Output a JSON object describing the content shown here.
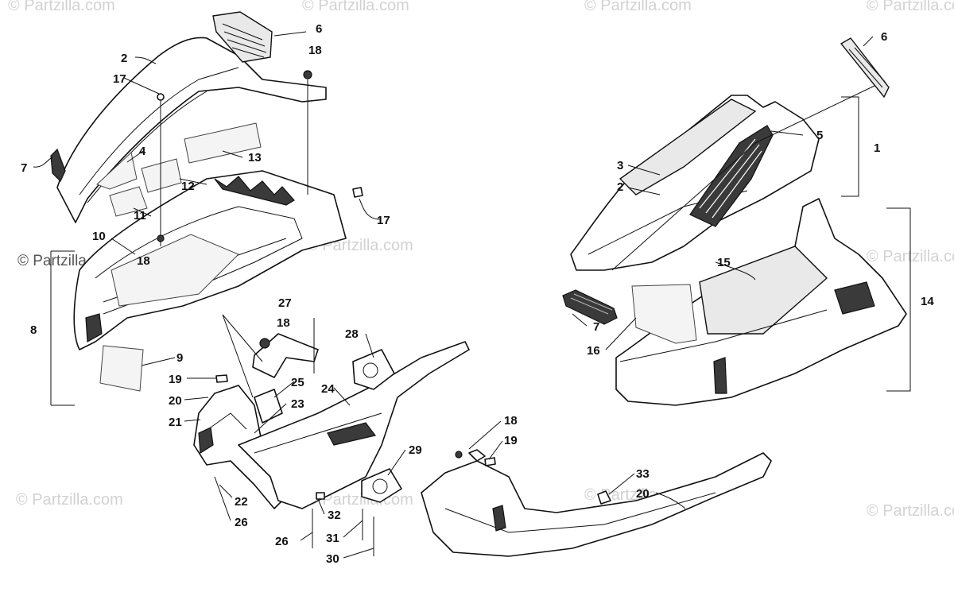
{
  "watermarks": [
    "© Partzilla.com",
    "© Partzilla.com",
    "© Partzilla.com",
    "© Partzilla.com",
    "© Partzilla.com",
    "© Partzilla.com",
    "© Partzilla.com",
    "© Partzilla.com",
    "© Partzilla.com",
    "© Partzilla.com",
    "© Partzilla.com"
  ],
  "callouts": {
    "c1": "1",
    "c2a": "2",
    "c2b": "2",
    "c3": "3",
    "c4": "4",
    "c5": "5",
    "c6a": "6",
    "c6b": "6",
    "c7a": "7",
    "c7b": "7",
    "c8": "8",
    "c9": "9",
    "c10": "10",
    "c11": "11",
    "c12": "12",
    "c13": "13",
    "c14": "14",
    "c15": "15",
    "c16": "16",
    "c17a": "17",
    "c17b": "17",
    "c18a": "18",
    "c18b": "18",
    "c18c": "18",
    "c18d": "18",
    "c19a": "19",
    "c19b": "19",
    "c20a": "20",
    "c20b": "20",
    "c21": "21",
    "c22": "22",
    "c23": "23",
    "c24": "24",
    "c25": "25",
    "c26a": "26",
    "c26b": "26",
    "c27": "27",
    "c28": "28",
    "c29": "29",
    "c30": "30",
    "c31": "31",
    "c32": "32",
    "c33": "33"
  }
}
